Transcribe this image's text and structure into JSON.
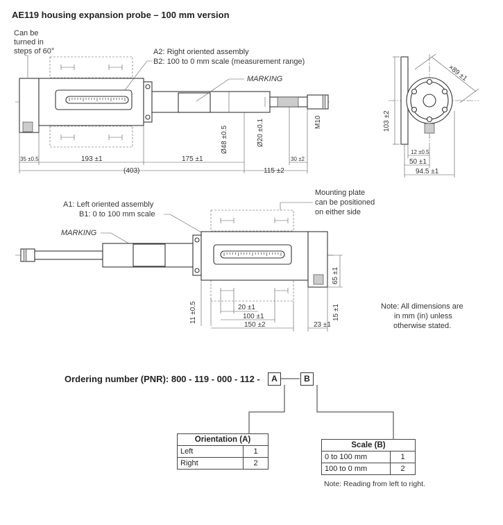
{
  "title": "AE119 housing expansion probe – 100 mm version",
  "top_view": {
    "rotation_note": [
      "Can be",
      "turned in",
      "steps of 60°"
    ],
    "assembly_a2": "A2: Right oriented assembly",
    "scale_b2": "B2: 100 to 0 mm scale (measurement range)",
    "marking": "MARKING",
    "dims": {
      "d35": "35 ±0.5",
      "d193": "193 ±1",
      "d403": "(403)",
      "d175": "175 ±1",
      "d115": "115 ±2",
      "d30": "30 ±2",
      "dia48": "Ø48 ±0.5",
      "dia20": "Ø20 ±0.1",
      "m10": "M10"
    }
  },
  "side_view": {
    "dims": {
      "dia89": "×89 ±1",
      "d103": "103 ±2",
      "d12": "12 ±0.5",
      "d50": "50 ±1",
      "d94": "94.5 ±1"
    }
  },
  "bottom_view": {
    "mounting_note": [
      "Mounting plate",
      "can be positioned",
      "on either side"
    ],
    "assembly_a1": "A1: Left oriented assembly",
    "scale_b1": "B1: 0 to 100 mm scale",
    "marking": "MARKING",
    "dims": {
      "d65": "65 ±1",
      "d11": "11 ±0.5",
      "d20": "20 ±1",
      "d100": "100 ±1",
      "d150": "150 ±2",
      "d23": "23 ±1",
      "d15": "15 ±1"
    }
  },
  "dimension_note": [
    "Note: All dimensions are",
    "in mm (in) unless",
    "otherwise stated."
  ],
  "ordering": {
    "label": "Ordering number (PNR): 800 - 119 - 000 - 112 -",
    "box_a": "A",
    "box_b": "B"
  },
  "orientation_table": {
    "header": "Orientation (A)",
    "rows": [
      {
        "label": "Left",
        "code": "1"
      },
      {
        "label": "Right",
        "code": "2"
      }
    ]
  },
  "scale_table": {
    "header": "Scale (B)",
    "rows": [
      {
        "label": "0 to 100 mm",
        "code": "1"
      },
      {
        "label": "100 to 0 mm",
        "code": "2"
      }
    ],
    "note": "Note: Reading from left to right."
  }
}
